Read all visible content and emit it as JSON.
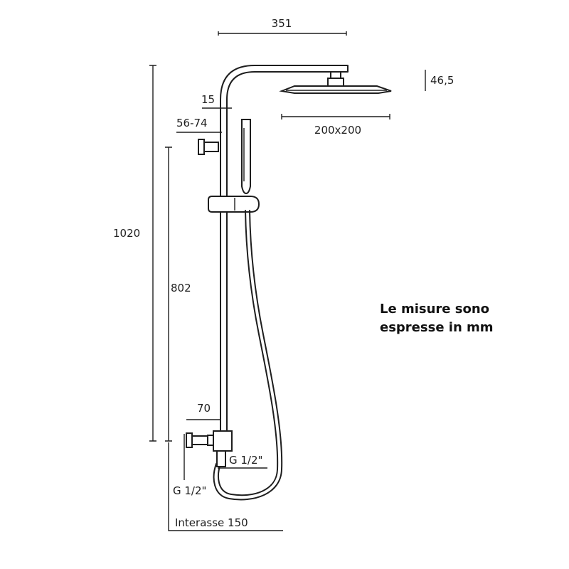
{
  "dimensions": {
    "width_351": "351",
    "head_thickness": "46,5",
    "head_size": "200x200",
    "arm_offset": "15",
    "wall_distance": "56-74",
    "total_height": "1020",
    "bar_height": "802",
    "valve_depth": "70",
    "outlet_thread": "G 1/2\"",
    "inlet_thread": "G 1/2\"",
    "center_distance": "Interasse 150"
  },
  "note": {
    "line1": "Le misure sono",
    "line2": "espresse in mm"
  },
  "colors": {
    "stroke": "#1e1e1e",
    "background": "#ffffff"
  }
}
